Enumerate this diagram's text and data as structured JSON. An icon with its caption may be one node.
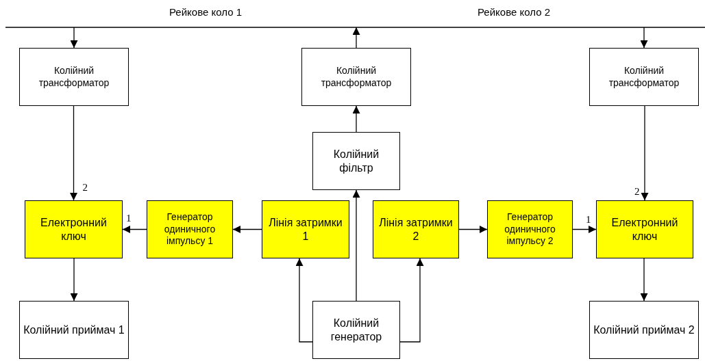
{
  "diagram": {
    "nodes": [
      {
        "text": [
          "Колійний трансформатор"
        ]
      },
      {
        "text": [
          "Колійний трансформатор"
        ]
      },
      {
        "text": [
          "Колійний трансформатор"
        ]
      },
      {
        "text": [
          "Колійний фільтр"
        ]
      },
      {
        "text": [
          "Електронний ключ"
        ]
      },
      {
        "text": [
          "Генератор одиничного імпульсу 1"
        ]
      },
      {
        "text": [
          "Лінія затримки 1"
        ]
      },
      {
        "text": [
          "Лінія затримки 2"
        ]
      },
      {
        "text": [
          "Генератор одиничного імпульсу 2"
        ]
      },
      {
        "text": [
          "Електронний ключ"
        ]
      },
      {
        "text": [
          "Колійний приймач 1"
        ]
      },
      {
        "text": [
          "Колійний генератор"
        ]
      },
      {
        "text": [
          "Колійний приймач 2"
        ]
      }
    ],
    "edges": [
      {
        "from": null,
        "to": 0,
        "arrow": "to"
      },
      {
        "from": 1,
        "to": null,
        "arrow": "to"
      },
      {
        "from": null,
        "to": 2,
        "arrow": "to"
      },
      {
        "from": 3,
        "to": 1,
        "arrow": "to"
      },
      {
        "from": 0,
        "to": 4,
        "arrow": "to",
        "label": "2"
      },
      {
        "from": 5,
        "to": 4,
        "arrow": "to",
        "label": "1"
      },
      {
        "from": 6,
        "to": 5,
        "arrow": "to"
      },
      {
        "from": 11,
        "to": 3,
        "arrow": "to"
      },
      {
        "from": 11,
        "to": 6,
        "arrow": "to"
      },
      {
        "from": 11,
        "to": 7,
        "arrow": "to"
      },
      {
        "from": 7,
        "to": 8,
        "arrow": "to"
      },
      {
        "from": 8,
        "to": 9,
        "arrow": "to",
        "label": "1"
      },
      {
        "from": 2,
        "to": 9,
        "arrow": "to",
        "label": "2"
      },
      {
        "from": 4,
        "to": 10,
        "arrow": "to"
      },
      {
        "from": 9,
        "to": 12,
        "arrow": "to"
      }
    ],
    "labels": [
      "Рейкове коло 1",
      "Рейкове коло 2"
    ]
  }
}
